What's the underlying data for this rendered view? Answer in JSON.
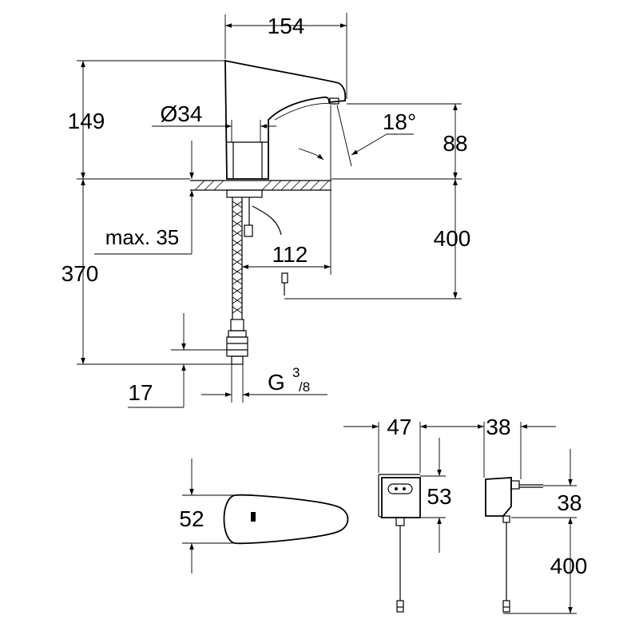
{
  "dimensions": {
    "width_top": "154",
    "height_total": "149",
    "diameter": "Ø34",
    "angle": "18°",
    "spout_height": "88",
    "max_thickness": "max. 35",
    "hose_length": "370",
    "cable_length_top": "400",
    "reach": "112",
    "offset": "17",
    "thread_main": "G",
    "thread_num": "3",
    "thread_den": "/8",
    "sensor_width": "52",
    "adapter_width": "47",
    "adapter_height": "53",
    "adapter_depth": "38",
    "adapter_plug": "38",
    "cable_length_bottom": "400"
  }
}
